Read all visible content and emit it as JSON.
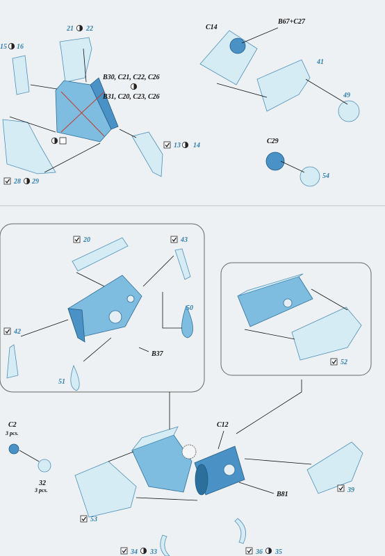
{
  "labels": {
    "l15": "15",
    "l16": "16",
    "l21": "21",
    "l22": "22",
    "b30": "B30, C21, C22, C26",
    "b31": "B31, C20, C23, C26",
    "l13": "13",
    "l14": "14",
    "l28": "28",
    "l29": "29",
    "c14": "C14",
    "b67": "B67+C27",
    "l41": "41",
    "l49": "49",
    "c29": "C29",
    "l54": "54",
    "l20": "20",
    "l43": "43",
    "l42": "42",
    "l50": "50",
    "b37": "B37",
    "l51": "51",
    "l52": "52",
    "c2": "C2",
    "c2pcs": "3 pcs.",
    "l32": "32",
    "l32pcs": "3 pcs.",
    "c12": "C12",
    "b81": "B81",
    "l39": "39",
    "l53": "53",
    "l34": "34",
    "l33": "33",
    "l36": "36",
    "l35": "35"
  },
  "colors": {
    "part_light": "#d6ecf4",
    "part_mid": "#7fbde0",
    "part_dark": "#4a92c6",
    "number_blue": "#2f7fb0",
    "background": "#eef1f3"
  },
  "icons": [
    "check-box-icon",
    "paint-icon",
    "knife-icon"
  ]
}
